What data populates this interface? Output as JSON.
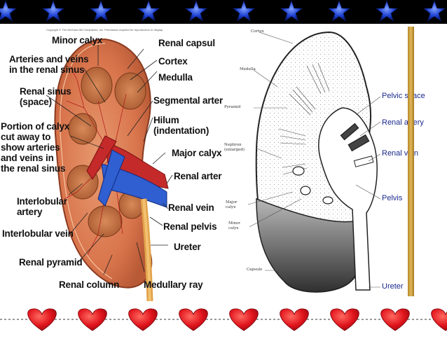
{
  "left_figure": {
    "copyright": "Copyright © The McGraw-Hill Companies, Inc. Permission required for reproduction or display.",
    "labels": {
      "minor_calyx": "Minor calyx",
      "arteries_veins_l1": "Arteries and veins",
      "arteries_veins_l2": "in the renal sinus",
      "renal_sinus_l1": "Renal sinus",
      "renal_sinus_l2": "(space)",
      "portion_l1": "Portion of calyx",
      "portion_l2": "cut away to",
      "portion_l3": "show arteries",
      "portion_l4": "and veins in",
      "portion_l5": "the renal sinus",
      "interlobular_artery_l1": "Interlobular",
      "interlobular_artery_l2": "artery",
      "interlobular_vein": "Interlobular vein",
      "renal_pyramid": "Renal pyramid",
      "renal_column": "Renal column",
      "renal_capsule": "Renal capsul",
      "cortex": "Cortex",
      "medulla": "Medulla",
      "segmental_artery": "Segmental arter",
      "hilum_l1": "Hilum",
      "hilum_l2": "(indentation)",
      "major_calyx": "Major calyx",
      "renal_artery": "Renal arter",
      "renal_vein": "Renal vein",
      "renal_pelvis": "Renal pelvis",
      "ureter": "Ureter",
      "medullary_ray": "Medullary ray"
    }
  },
  "right_figure": {
    "small_labels": {
      "cortex": "Cortex",
      "medulla": "Medulla",
      "pyramid": "Pyramid",
      "nephron_l1": "Nephron",
      "nephron_l2": "(enlarged)",
      "major_calyx_l1": "Major",
      "major_calyx_l2": "calyx",
      "minor_calyx_l1": "Minor",
      "minor_calyx_l2": "calyx",
      "capsule": "Capsule"
    },
    "labels": {
      "pelvic_space": "Pelvic space",
      "renal_artery": "Renal artery",
      "renal_vein": "Renal vein",
      "pelvis": "Pelvis",
      "ureter": "Ureter"
    }
  },
  "colors": {
    "star_fill": "#1c3fd0",
    "heart_fill": "#e0141c",
    "label_blue": "#1a2a8c",
    "gold_bar": "#d4a646"
  },
  "decorations": {
    "top_band": "blue-star-icon",
    "bottom_band": "red-heart-icon"
  }
}
